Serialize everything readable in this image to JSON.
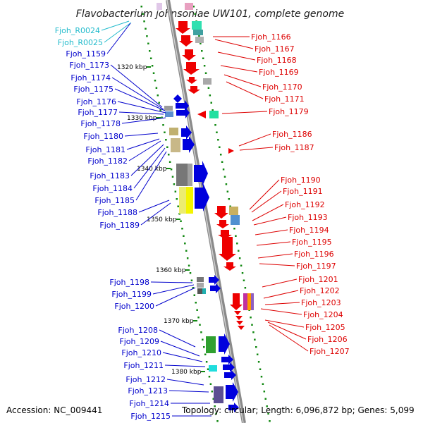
{
  "title": "Flavobacterium johnsoniae UW101, complete genome",
  "footer": {
    "accession": "Accession: NC_009441",
    "summary": "Topology: circular; Length: 6,096,872 bp; Genes: 5,099"
  },
  "colors": {
    "cyan": "#22bbcc",
    "blue": "#0000cc",
    "red": "#dd0000",
    "backbone": "#888888",
    "dots": "#118811"
  },
  "kbp_marks": [
    "1320 kbp",
    "1330 kbp",
    "1340 kbp",
    "1350 kbp",
    "1360 kbp",
    "1370 kbp",
    "1380 kbp"
  ],
  "left_labels": [
    {
      "name": "Fjoh_R0024",
      "color": "cyan"
    },
    {
      "name": "Fjoh_R0025",
      "color": "cyan"
    },
    {
      "name": "Fjoh_1159",
      "color": "blue"
    },
    {
      "name": "Fjoh_1173",
      "color": "blue"
    },
    {
      "name": "Fjoh_1174",
      "color": "blue"
    },
    {
      "name": "Fjoh_1175",
      "color": "blue"
    },
    {
      "name": "Fjoh_1176",
      "color": "blue"
    },
    {
      "name": "Fjoh_1177",
      "color": "blue"
    },
    {
      "name": "Fjoh_1178",
      "color": "blue"
    },
    {
      "name": "Fjoh_1180",
      "color": "blue"
    },
    {
      "name": "Fjoh_1181",
      "color": "blue"
    },
    {
      "name": "Fjoh_1182",
      "color": "blue"
    },
    {
      "name": "Fjoh_1183",
      "color": "blue"
    },
    {
      "name": "Fjoh_1184",
      "color": "blue"
    },
    {
      "name": "Fjoh_1185",
      "color": "blue"
    },
    {
      "name": "Fjoh_1188",
      "color": "blue"
    },
    {
      "name": "Fjoh_1189",
      "color": "blue"
    },
    {
      "name": "Fjoh_1198",
      "color": "blue"
    },
    {
      "name": "Fjoh_1199",
      "color": "blue"
    },
    {
      "name": "Fjoh_1200",
      "color": "blue"
    },
    {
      "name": "Fjoh_1208",
      "color": "blue"
    },
    {
      "name": "Fjoh_1209",
      "color": "blue"
    },
    {
      "name": "Fjoh_1210",
      "color": "blue"
    },
    {
      "name": "Fjoh_1211",
      "color": "blue"
    },
    {
      "name": "Fjoh_1212",
      "color": "blue"
    },
    {
      "name": "Fjoh_1213",
      "color": "blue"
    },
    {
      "name": "Fjoh_1214",
      "color": "blue"
    },
    {
      "name": "Fjoh_1215",
      "color": "blue"
    }
  ],
  "right_labels": [
    "Fjoh_1166",
    "Fjoh_1167",
    "Fjoh_1168",
    "Fjoh_1169",
    "Fjoh_1170",
    "Fjoh_1171",
    "Fjoh_1179",
    "Fjoh_1186",
    "Fjoh_1187",
    "Fjoh_1190",
    "Fjoh_1191",
    "Fjoh_1192",
    "Fjoh_1193",
    "Fjoh_1194",
    "Fjoh_1195",
    "Fjoh_1196",
    "Fjoh_1197",
    "Fjoh_1201",
    "Fjoh_1202",
    "Fjoh_1203",
    "Fjoh_1204",
    "Fjoh_1205",
    "Fjoh_1206",
    "Fjoh_1207"
  ]
}
